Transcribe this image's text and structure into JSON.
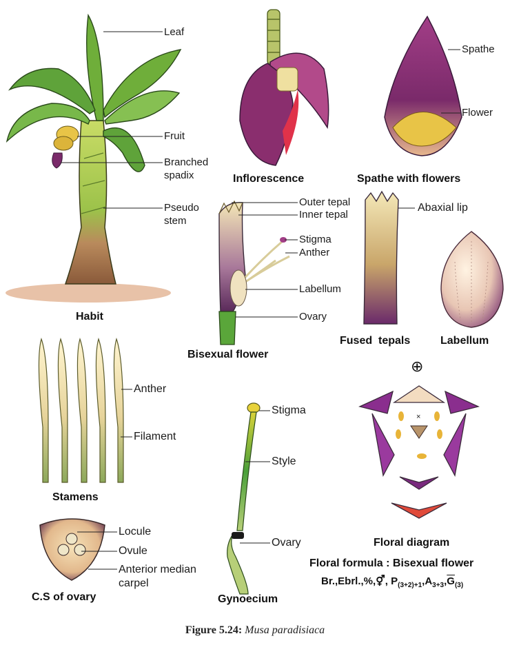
{
  "colors": {
    "leaf": "#6fae3a",
    "stem": "#b9cf57",
    "spathe": "#7a2a6a",
    "flower": "#e8c447",
    "tepal": "#efe3b0",
    "ovary": "#5aa63a",
    "soil": "#e8c2a8"
  },
  "habit": {
    "title": "Habit",
    "labels": {
      "leaf": "Leaf",
      "fruit": "Fruit",
      "branched": "Branched",
      "spadix": "spadix",
      "pseudo": "Pseudo",
      "stem": "stem"
    }
  },
  "inflorescence": {
    "title": "Inflorescence"
  },
  "spathe": {
    "title": "Spathe with flowers",
    "labels": {
      "spathe": "Spathe",
      "flower": "Flower"
    }
  },
  "bisexual": {
    "title": "Bisexual flower",
    "labels": {
      "outer_tepal": "Outer tepal",
      "inner_tepal": "Inner tepal",
      "stigma": "Stigma",
      "anther": "Anther",
      "labellum": "Labellum",
      "ovary": "Ovary"
    }
  },
  "fused": {
    "title": "Fused  tepals",
    "labels": {
      "abaxial_lip": "Abaxial lip"
    }
  },
  "labellum": {
    "title": "Labellum"
  },
  "stamens": {
    "title": "Stamens",
    "labels": {
      "anther": "Anther",
      "filament": "Filament"
    }
  },
  "gynoecium": {
    "title": "Gynoecium",
    "labels": {
      "stigma": "Stigma",
      "style": "Style",
      "ovary": "Ovary"
    }
  },
  "cs_ovary": {
    "title": "C.S of ovary",
    "labels": {
      "locule": "Locule",
      "ovule": "Ovule",
      "anterior_line1": "Anterior median",
      "anterior_line2": "carpel"
    }
  },
  "floral_diagram": {
    "title": "Floral diagram",
    "symbol": "⊕",
    "center_mark": "×"
  },
  "floral_formula": {
    "heading": "Floral formula : Bisexual flower",
    "prefix": "Br.,Ebrl.,%,",
    "sex_symbol": "⚥",
    "p": "P",
    "p_sub": "(3+2)+1",
    "a": "A",
    "a_sub": "3+3",
    "g": "G",
    "g_sub": "(3)",
    "comma": ","
  },
  "figure": {
    "number": "Figure 5.24:",
    "species": "Musa paradisiaca"
  }
}
